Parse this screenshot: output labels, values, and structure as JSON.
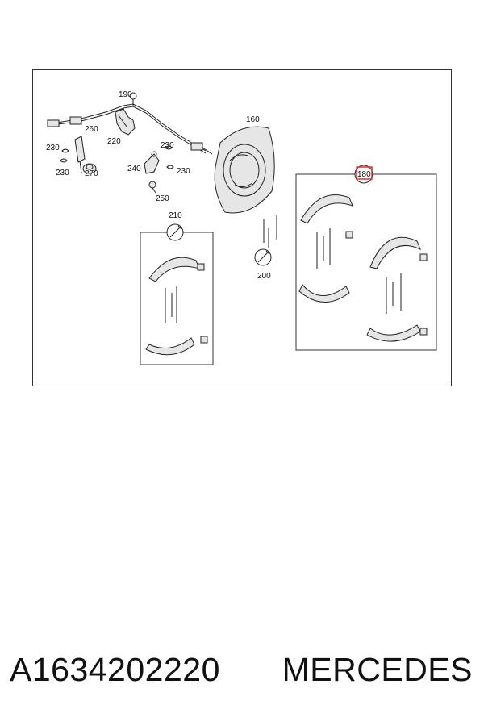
{
  "diagram": {
    "callouts": {
      "c190": "190",
      "c260": "260",
      "c220": "220",
      "c230a": "230",
      "c230b": "230",
      "c230c": "230",
      "c230d": "230",
      "c270": "270",
      "c240": "240",
      "c250": "250",
      "c160": "160",
      "c210": "210",
      "c200": "200",
      "c180": "180"
    },
    "highlight_color": "#e03030"
  },
  "caption": {
    "part_number": "A1634202220",
    "brand": "MERCEDES"
  }
}
